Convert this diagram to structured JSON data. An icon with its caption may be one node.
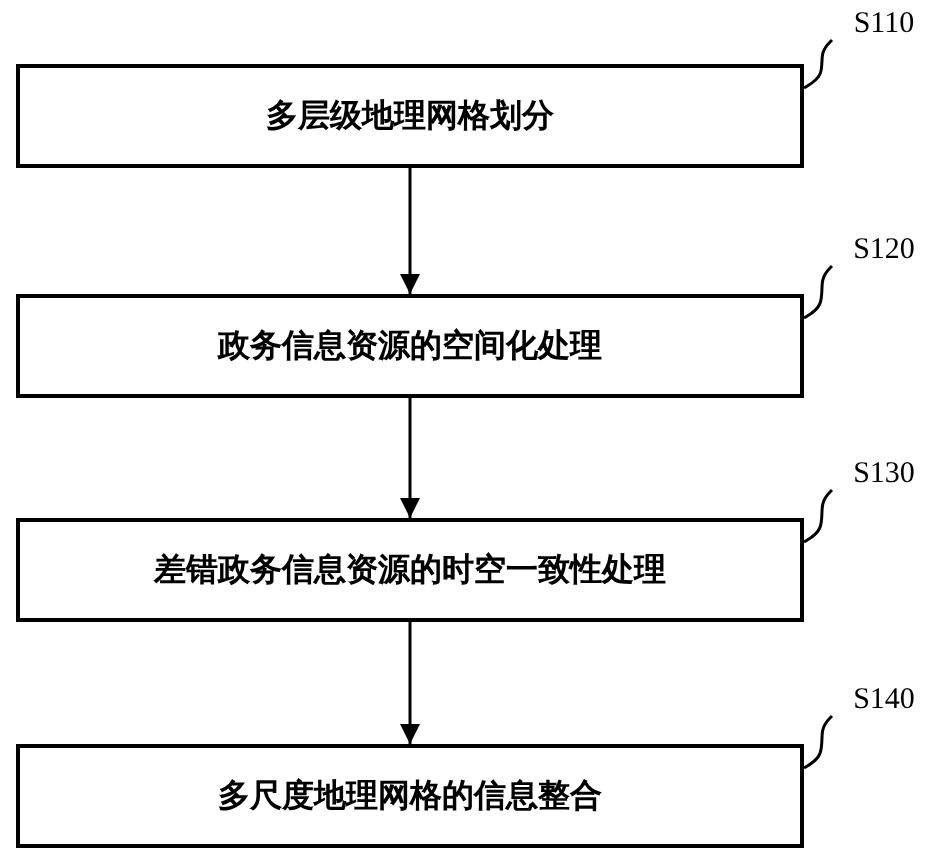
{
  "diagram": {
    "nodes": [
      {
        "text": [
          "多层级地理网格划分"
        ]
      },
      {
        "text": [
          "S110"
        ]
      },
      {
        "text": [
          "政务信息资源的空间化处理"
        ]
      },
      {
        "text": [
          "S120"
        ]
      },
      {
        "text": [
          "差错政务信息资源的时空一致性处理"
        ]
      },
      {
        "text": [
          "S130"
        ]
      },
      {
        "text": [
          "多尺度地理网格的信息整合"
        ]
      },
      {
        "text": [
          "S140"
        ]
      }
    ],
    "edges": [
      {
        "from": 0,
        "to": 2,
        "arrow": "to"
      },
      {
        "from": 2,
        "to": 4,
        "arrow": "to"
      },
      {
        "from": 4,
        "to": 6,
        "arrow": "to"
      },
      {
        "from": 1,
        "to": 0,
        "arrow": "none"
      },
      {
        "from": 3,
        "to": 2,
        "arrow": "none"
      },
      {
        "from": 5,
        "to": 4,
        "arrow": "none"
      },
      {
        "from": 7,
        "to": 6,
        "arrow": "none"
      }
    ]
  }
}
